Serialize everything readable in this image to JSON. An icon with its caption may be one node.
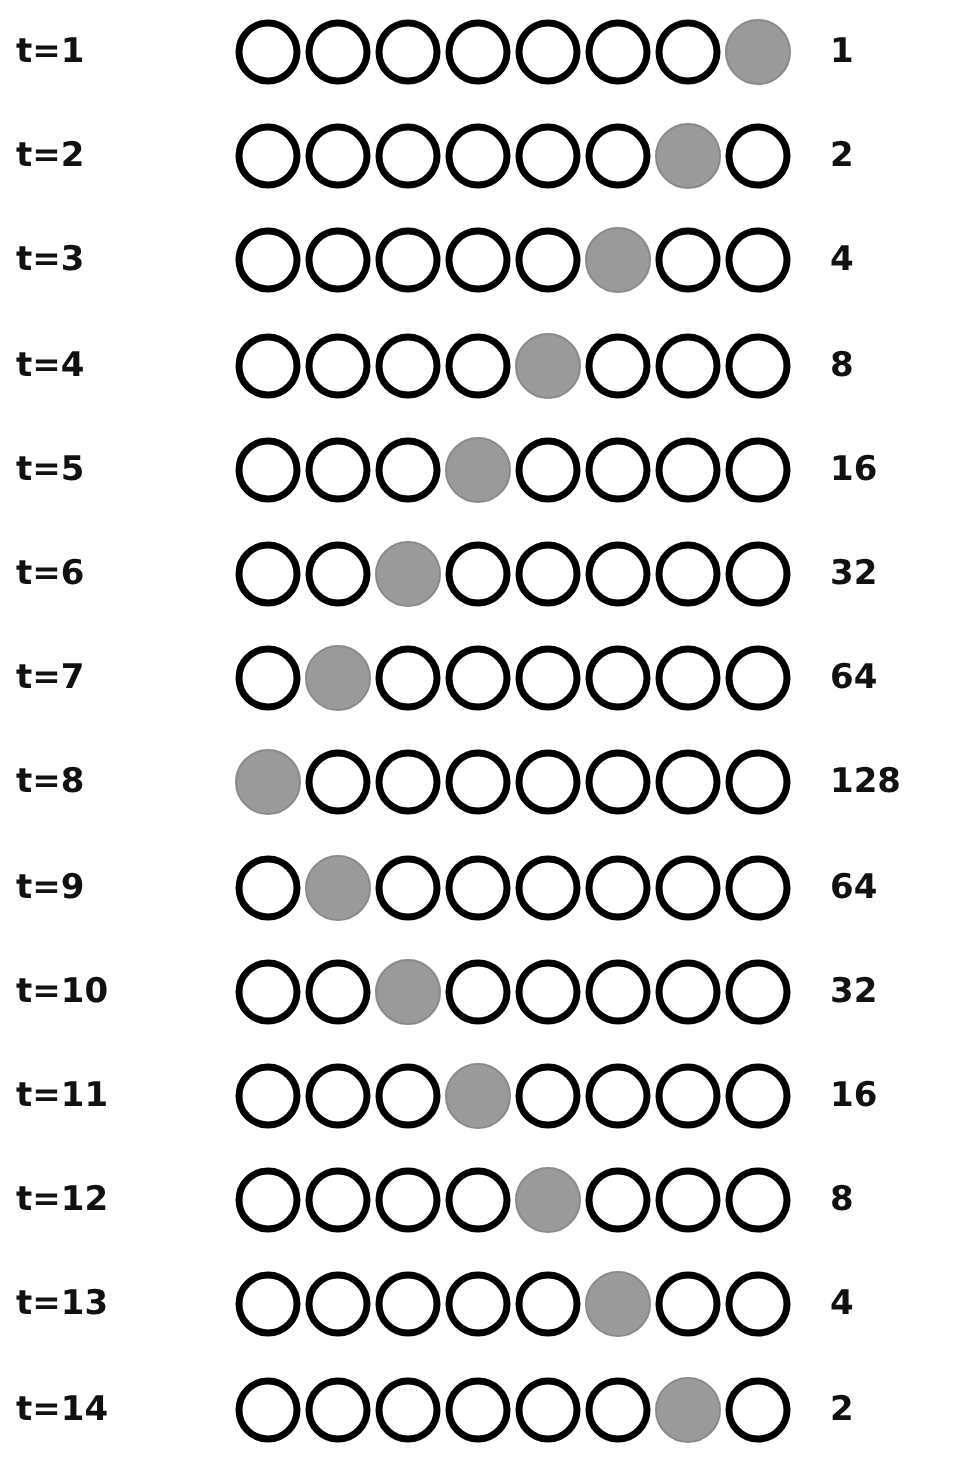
{
  "diagram": {
    "labels": [
      "t=1",
      "1",
      "t=2",
      "2",
      "t=3",
      "4",
      "t=4",
      "8",
      "t=5",
      "16",
      "t=6",
      "32",
      "t=7",
      "64",
      "t=8",
      "128",
      "t=9",
      "64",
      "t=10",
      "32",
      "t=11",
      "16",
      "t=12",
      "8",
      "t=13",
      "4",
      "t=14",
      "2"
    ]
  }
}
